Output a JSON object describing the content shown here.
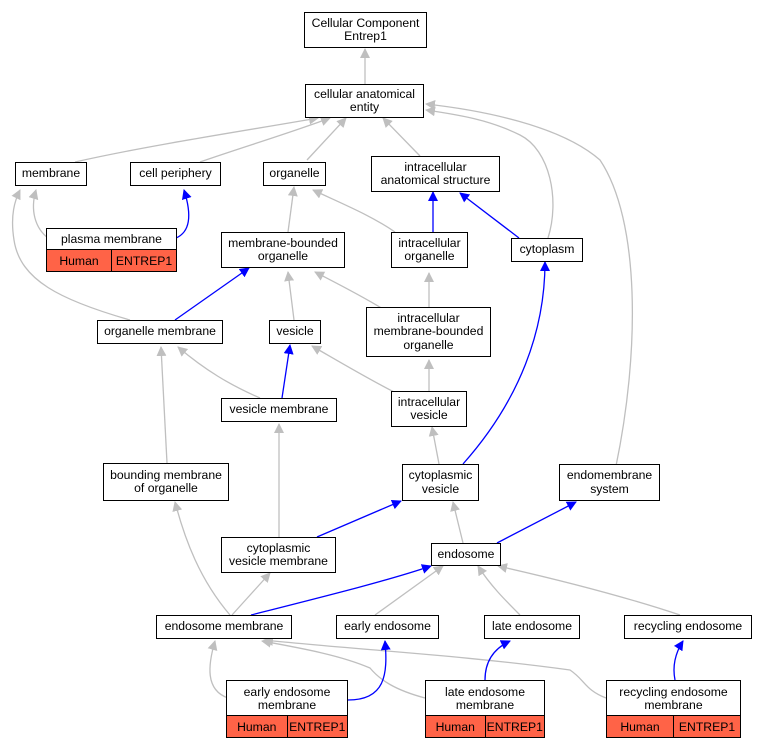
{
  "colors": {
    "annotation_fill": "#ff6347",
    "direct_edge": "#0000ff",
    "indirect_edge": "#bfbfbf"
  },
  "nodes": {
    "root": "Cellular Component\nEntrep1",
    "cae": "cellular anatomical\nentity",
    "membrane": "membrane",
    "cell_periphery": "cell periphery",
    "organelle": "organelle",
    "ias": "intracellular\nanatomical structure",
    "mbo": "membrane-bounded\norganelle",
    "io": "intracellular\norganelle",
    "cytoplasm": "cytoplasm",
    "org_membrane": "organelle membrane",
    "vesicle": "vesicle",
    "imbo": "intracellular\nmembrane-bounded\norganelle",
    "vesicle_membrane": "vesicle membrane",
    "iv": "intracellular\nvesicle",
    "bmo": "bounding membrane\nof organelle",
    "cv": "cytoplasmic\nvesicle",
    "endomembrane": "endomembrane\nsystem",
    "cvm": "cytoplasmic\nvesicle membrane",
    "endosome": "endosome",
    "endosome_membrane": "endosome membrane",
    "early_endosome": "early endosome",
    "late_endosome": "late endosome",
    "recycling_endosome": "recycling endosome"
  },
  "annotated": [
    {
      "title": "plasma membrane",
      "species": "Human",
      "gene": "ENTREP1"
    },
    {
      "title": "early endosome\nmembrane",
      "species": "Human",
      "gene": "ENTREP1"
    },
    {
      "title": "late endosome\nmembrane",
      "species": "Human",
      "gene": "ENTREP1"
    },
    {
      "title": "recycling endosome\nmembrane",
      "species": "Human",
      "gene": "ENTREP1"
    }
  ]
}
